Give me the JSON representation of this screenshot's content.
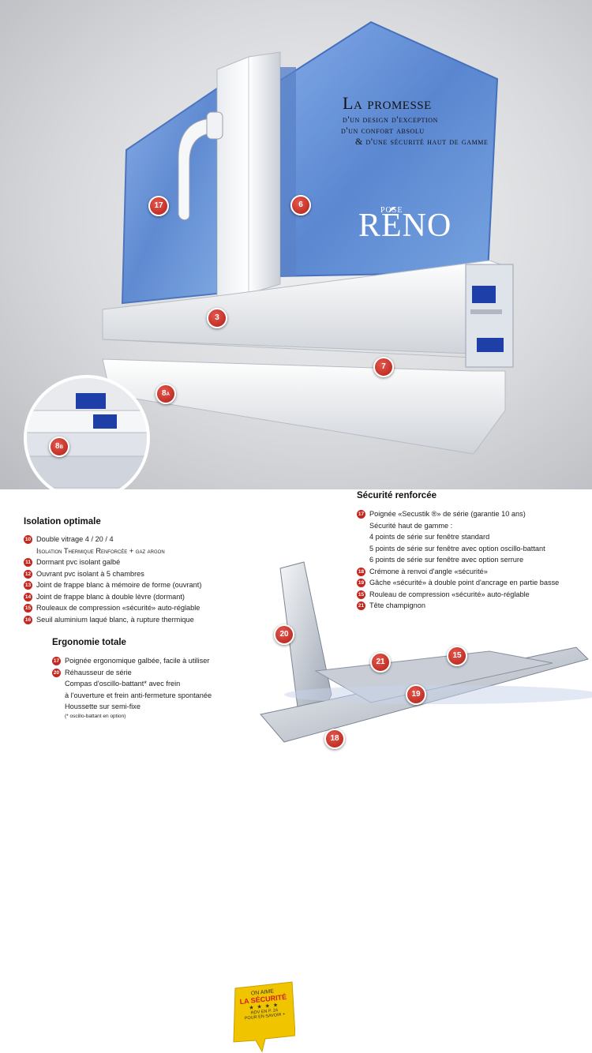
{
  "headline": {
    "line1": "La promesse",
    "line2": "d'un design d'exception",
    "line3": "d'un confort absolu",
    "line4": "& d'une sécurité haut de gamme"
  },
  "brand": {
    "pose": "POSE",
    "name": "RÉNO"
  },
  "callouts": {
    "c17": "17",
    "c6": "6",
    "c3": "3",
    "c7": "7",
    "c8a": "8",
    "c8a_suffix": "A",
    "c8b": "8",
    "c8b_suffix": "B",
    "c20": "20",
    "c21": "21",
    "c15": "15",
    "c19": "19",
    "c18": "18"
  },
  "badge": {
    "line1": "ON AIME",
    "line2": "LA SÉCURITÉ",
    "stars": "★ ★ ★ ★",
    "line3": "RDV EN P. 24",
    "line4": "POUR EN SAVOIR +"
  },
  "isolation": {
    "title": "Isolation optimale",
    "items": [
      {
        "n": "10",
        "text": "Double vitrage 4 / 20 / 4",
        "sub": "Isolation Thermique Renforcée + gaz argon"
      },
      {
        "n": "11",
        "text": "Dormant pvc isolant galbé"
      },
      {
        "n": "12",
        "text": "Ouvrant pvc isolant à 5 chambres"
      },
      {
        "n": "13",
        "text": "Joint de frappe blanc à mémoire de forme (ouvrant)"
      },
      {
        "n": "14",
        "text": "Joint de frappe blanc à double lèvre (dormant)"
      },
      {
        "n": "15",
        "text": "Rouleaux de compression «sécurité» auto-réglable"
      },
      {
        "n": "16",
        "text": "Seuil aluminium laqué blanc, à rupture thermique"
      }
    ]
  },
  "ergonomie": {
    "title": "Ergonomie totale",
    "items": [
      {
        "n": "17",
        "text": "Poignée ergonomique galbée, facile à utiliser"
      },
      {
        "n": "20",
        "text": "Réhausseur de série"
      }
    ],
    "sublines": [
      "Compas d'oscillo-battant* avec frein",
      "à l'ouverture et frein anti-fermeture spontanée",
      "Houssette sur semi-fixe"
    ],
    "note": "(* oscillo-battant en option)"
  },
  "securite": {
    "title": "Sécurité renforcée",
    "item17": {
      "n": "17",
      "text": "Poignée «Secustik ®» de série (garantie 10 ans)"
    },
    "sublines": [
      "Sécurité haut de gamme :",
      "4 points de série sur fenêtre standard",
      "5 points de série sur fenêtre avec option oscillo-battant",
      "6 points de série sur fenêtre avec option serrure"
    ],
    "items": [
      {
        "n": "18",
        "text": "Crémone à renvoi d'angle «sécurité»"
      },
      {
        "n": "19",
        "text": "Gâche «sécurité» à double point d'ancrage en partie basse"
      },
      {
        "n": "15",
        "text": "Rouleau de compression «sécurité» auto-réglable"
      },
      {
        "n": "21",
        "text": "Tête champignon"
      }
    ]
  },
  "colors": {
    "accent": "#c3271e",
    "glass": "#5e8fd6"
  }
}
